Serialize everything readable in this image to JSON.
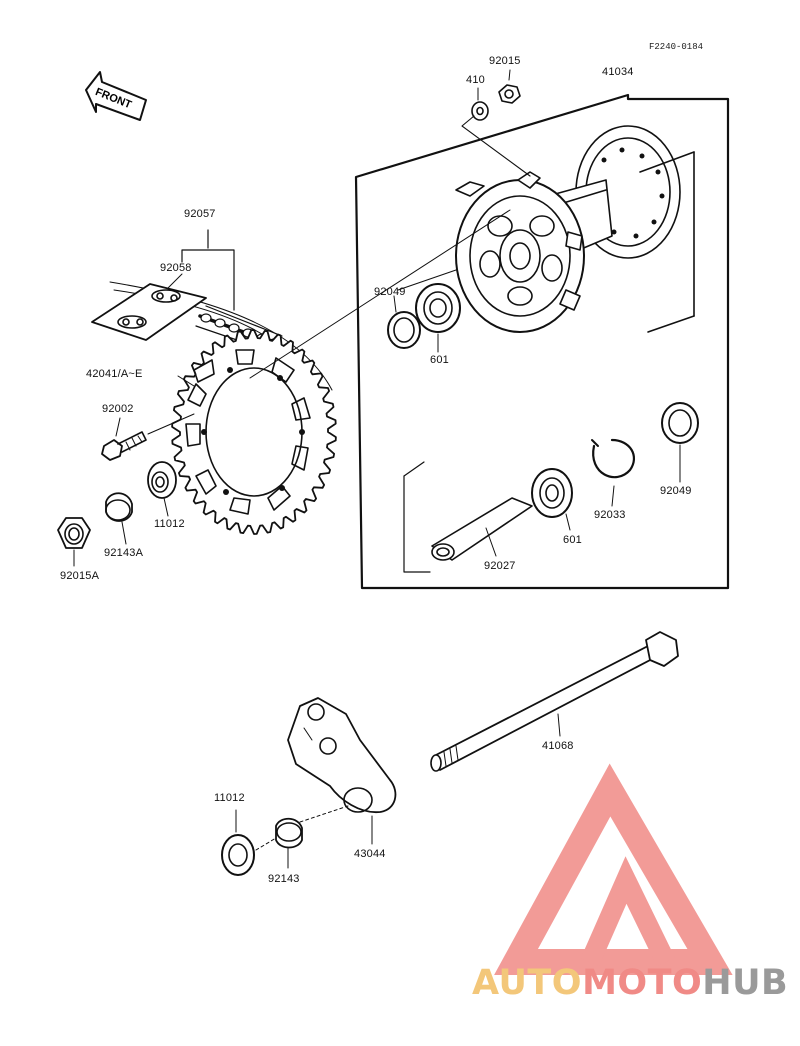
{
  "figure_code": "F2240-0184",
  "front_label": "FRONT",
  "parts": [
    {
      "id": "p92015",
      "label": "92015"
    },
    {
      "id": "p410",
      "label": "410"
    },
    {
      "id": "p41034",
      "label": "41034"
    },
    {
      "id": "p92057",
      "label": "92057"
    },
    {
      "id": "p92058",
      "label": "92058"
    },
    {
      "id": "p92049a",
      "label": "92049"
    },
    {
      "id": "p601a",
      "label": "601"
    },
    {
      "id": "p42041",
      "label": "42041/A~E"
    },
    {
      "id": "p92002",
      "label": "92002"
    },
    {
      "id": "p11012a",
      "label": "11012"
    },
    {
      "id": "p92143A",
      "label": "92143A"
    },
    {
      "id": "p92015A",
      "label": "92015A"
    },
    {
      "id": "p92049b",
      "label": "92049"
    },
    {
      "id": "p92033",
      "label": "92033"
    },
    {
      "id": "p601b",
      "label": "601"
    },
    {
      "id": "p92027",
      "label": "92027"
    },
    {
      "id": "p41068",
      "label": "41068"
    },
    {
      "id": "p11012b",
      "label": "11012"
    },
    {
      "id": "p43044",
      "label": "43044"
    },
    {
      "id": "p92143",
      "label": "92143"
    }
  ],
  "watermark": {
    "part1": "AUTO",
    "part2": "MOTO",
    "part3": "HUB",
    "colors": {
      "auto": "#f3c77a",
      "moto": "#f08a86",
      "hub": "#9a9a9a",
      "logo": "#f08a86"
    }
  }
}
